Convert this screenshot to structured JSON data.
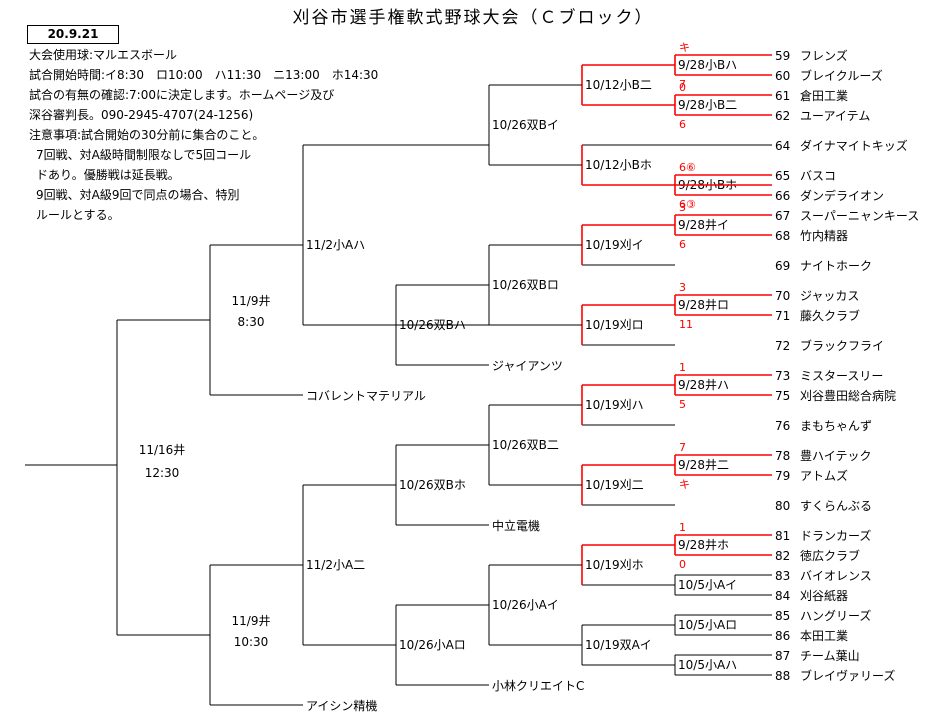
{
  "title": "刈谷市選手権軟式野球大会（Ｃブロック）",
  "date_box": "20.9.21",
  "notes": [
    "大会使用球:マルエスボール",
    "試合開始時間:イ8:30　ロ10:00　ハ11:30　ニ13:00　ホ14:30",
    "試合の有無の確認:7:00に決定します。ホームページ及び",
    "深谷審判長。090-2945-4707(24-1256)",
    "注意事項:試合開始の30分前に集合のこと。",
    "7回戦、対A級時間制限なしで5回コール",
    "ドあり。優勝戦は延長戦。",
    "9回戦、対A級9回で同点の場合、特別",
    "ルールとする。"
  ],
  "teams": [
    {
      "no": "59",
      "name": "フレンズ"
    },
    {
      "no": "60",
      "name": "ブレイクルーズ"
    },
    {
      "no": "61",
      "name": "倉田工業"
    },
    {
      "no": "62",
      "name": "ユーアイテム"
    },
    {
      "no": "64",
      "name": "ダイナマイトキッズ"
    },
    {
      "no": "65",
      "name": "バスコ"
    },
    {
      "no": "66",
      "name": "ダンデライオン"
    },
    {
      "no": "67",
      "name": "スーパーニャンキース"
    },
    {
      "no": "68",
      "name": "竹内精器"
    },
    {
      "no": "69",
      "name": "ナイトホーク"
    },
    {
      "no": "70",
      "name": "ジャッカス"
    },
    {
      "no": "71",
      "name": "藤久クラブ"
    },
    {
      "no": "72",
      "name": "ブラックフライ"
    },
    {
      "no": "73",
      "name": "ミスタースリー"
    },
    {
      "no": "75",
      "name": "刈谷豊田総合病院"
    },
    {
      "no": "76",
      "name": "まもちゃんず"
    },
    {
      "no": "78",
      "name": "豊ハイテック"
    },
    {
      "no": "79",
      "name": "アトムズ"
    },
    {
      "no": "80",
      "name": "すくらんぶる"
    },
    {
      "no": "81",
      "name": "ドランカーズ"
    },
    {
      "no": "82",
      "name": "徳広クラブ"
    },
    {
      "no": "83",
      "name": "バイオレンス"
    },
    {
      "no": "84",
      "name": "刈谷紙器"
    },
    {
      "no": "85",
      "name": "ハングリーズ"
    },
    {
      "no": "86",
      "name": "本田工業"
    },
    {
      "no": "87",
      "name": "チーム葉山"
    },
    {
      "no": "88",
      "name": "ブレイヴァリーズ"
    }
  ],
  "seeded_teams": [
    {
      "name": "ジャイアンツ"
    },
    {
      "name": "コバレントマテリアル"
    },
    {
      "name": "中立電機"
    },
    {
      "name": "小林クリエイトC"
    },
    {
      "name": "アイシン精機"
    }
  ],
  "matches": [
    {
      "label": "9/28小Bハ",
      "score_top": "キ",
      "score_bottom": "7"
    },
    {
      "label": "9/28小B二",
      "score_top": "0",
      "score_bottom": "6"
    },
    {
      "label": "9/28小Bホ",
      "score_top": "6⑥",
      "score_bottom": "6③"
    },
    {
      "label": "9/28井イ",
      "score_top": "3",
      "score_bottom": "6"
    },
    {
      "label": "9/28井ロ",
      "score_top": "3",
      "score_bottom": "11"
    },
    {
      "label": "9/28井ハ",
      "score_top": "1",
      "score_bottom": "5"
    },
    {
      "label": "9/28井二",
      "score_top": "7",
      "score_bottom": "キ"
    },
    {
      "label": "9/28井ホ",
      "score_top": "1",
      "score_bottom": "0"
    },
    {
      "label": "10/5小Aイ"
    },
    {
      "label": "10/5小Aロ"
    },
    {
      "label": "10/5小Aハ"
    },
    {
      "label": "10/12小B二"
    },
    {
      "label": "10/12小Bホ"
    },
    {
      "label": "10/19刈イ"
    },
    {
      "label": "10/19刈ロ"
    },
    {
      "label": "10/19刈ハ"
    },
    {
      "label": "10/19刈二"
    },
    {
      "label": "10/19刈ホ"
    },
    {
      "label": "10/19双Aイ"
    },
    {
      "label": "10/26双Bイ"
    },
    {
      "label": "10/26双Bロ"
    },
    {
      "label": "10/26双Bハ"
    },
    {
      "label": "10/26双B二"
    },
    {
      "label": "10/26双Bホ"
    },
    {
      "label": "10/26小Aイ"
    },
    {
      "label": "10/26小Aロ"
    },
    {
      "label": "11/2小Aハ"
    },
    {
      "label": "11/2小A二"
    },
    {
      "label": "11/9井",
      "time": "8:30"
    },
    {
      "label": "11/9井",
      "time": "10:30"
    },
    {
      "label": "11/16井",
      "time": "12:30"
    }
  ],
  "colors": {
    "line": "#000000",
    "winner_line": "#ff0000",
    "score_text": "#ff0000"
  }
}
